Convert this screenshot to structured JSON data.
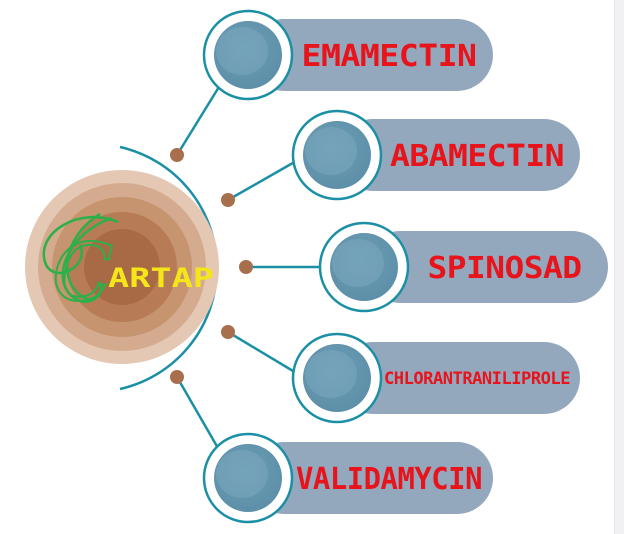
{
  "diagram": {
    "center": {
      "label": "ARTAP",
      "letter": "C"
    },
    "items": [
      {
        "label": "EMAMECTIN"
      },
      {
        "label": "ABAMECTIN"
      },
      {
        "label": "SPINOSAD"
      },
      {
        "label": "CHLORANTRANILIPROLE"
      },
      {
        "label": "VALIDAMYCIN"
      }
    ],
    "colors": {
      "pill": "#93a8bd",
      "ring": "#1b8fa5",
      "bubble": "#6a9db5",
      "connector": "#1b8fa5",
      "dot": "#a86f4c",
      "label": "#e8141c",
      "center_text": "#f5e61a",
      "logo_green": "#2bb04a"
    }
  }
}
